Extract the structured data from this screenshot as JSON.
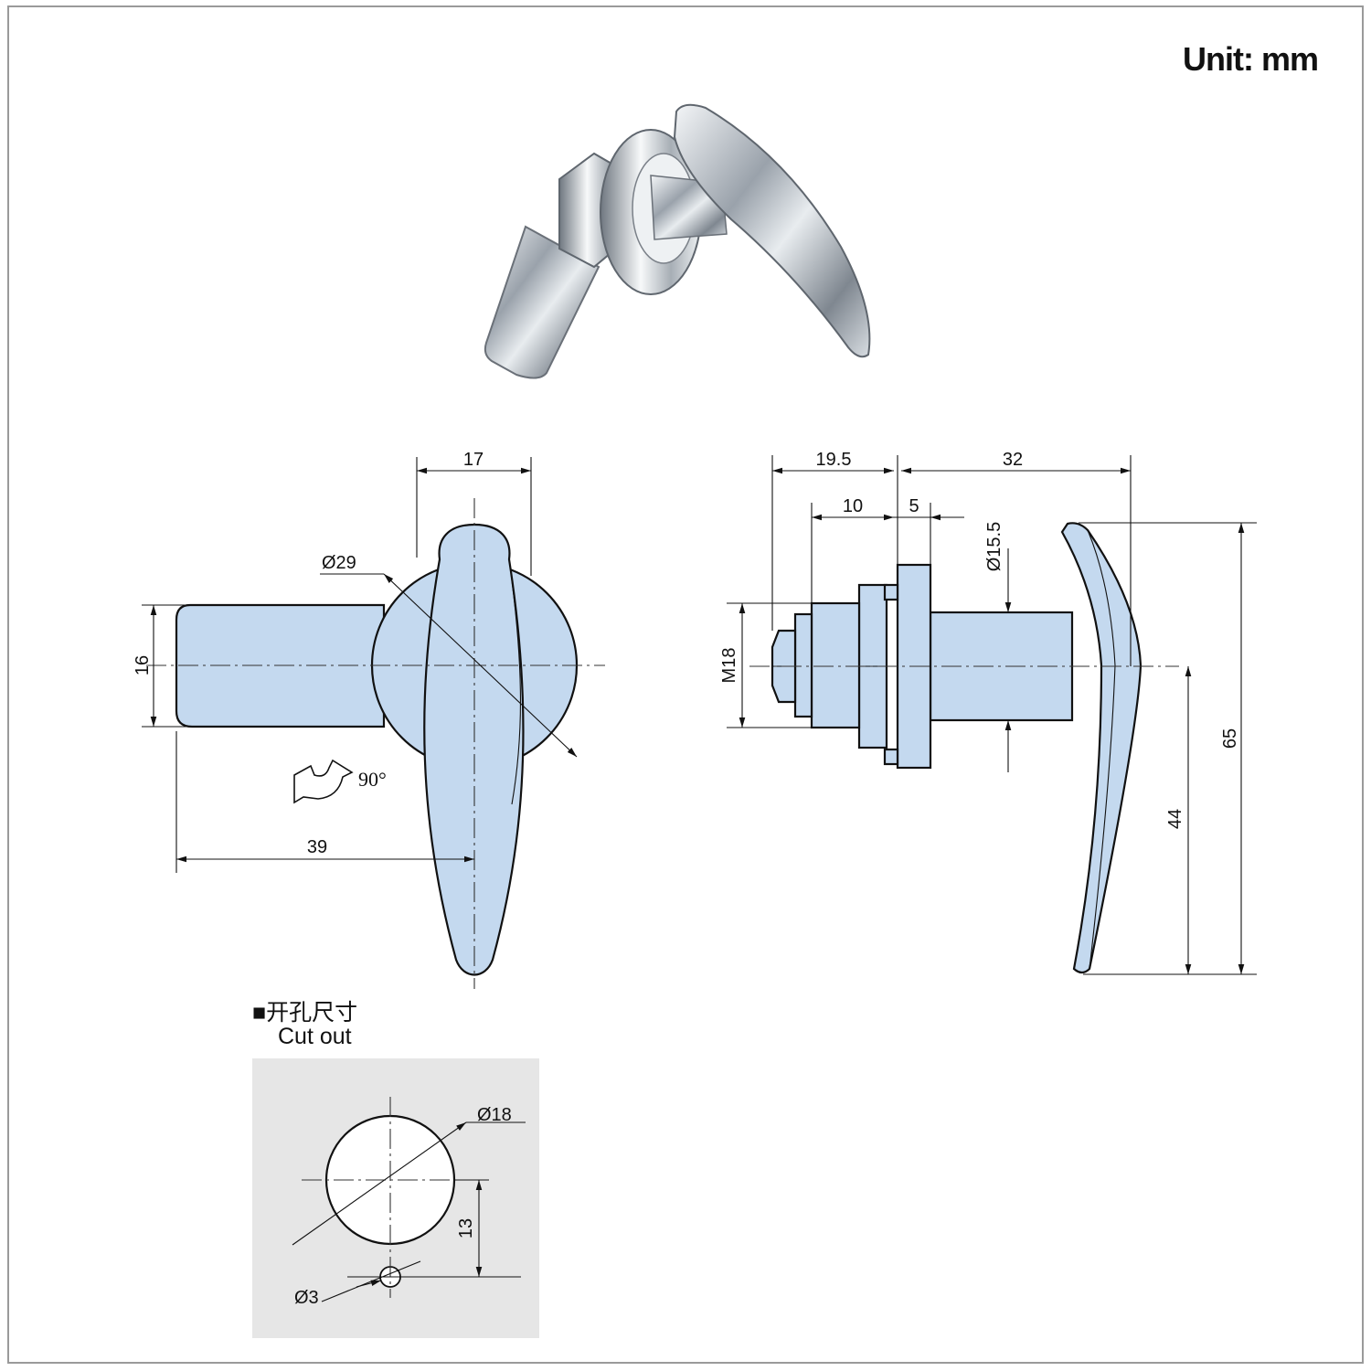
{
  "unit_label": "Unit: mm",
  "cutout": {
    "label_cn": "■开孔尺寸",
    "label_en": "Cut out"
  },
  "front_view": {
    "dim_width": "17",
    "dim_diameter": "Ø29",
    "dim_height": "16",
    "dim_length": "39",
    "rotation": "90°"
  },
  "side_view": {
    "dim_a": "19.5",
    "dim_b": "32",
    "dim_c": "10",
    "dim_d": "5",
    "dim_shaft": "Ø15.5",
    "dim_thread": "M18",
    "dim_total": "65",
    "dim_lower": "44"
  },
  "cutout_view": {
    "dim_hole": "Ø18",
    "dim_pin": "Ø3",
    "dim_offset": "13"
  },
  "colors": {
    "part_fill": "#c4d9ef",
    "line": "#111111",
    "cutout_bg": "#e6e6e6"
  }
}
